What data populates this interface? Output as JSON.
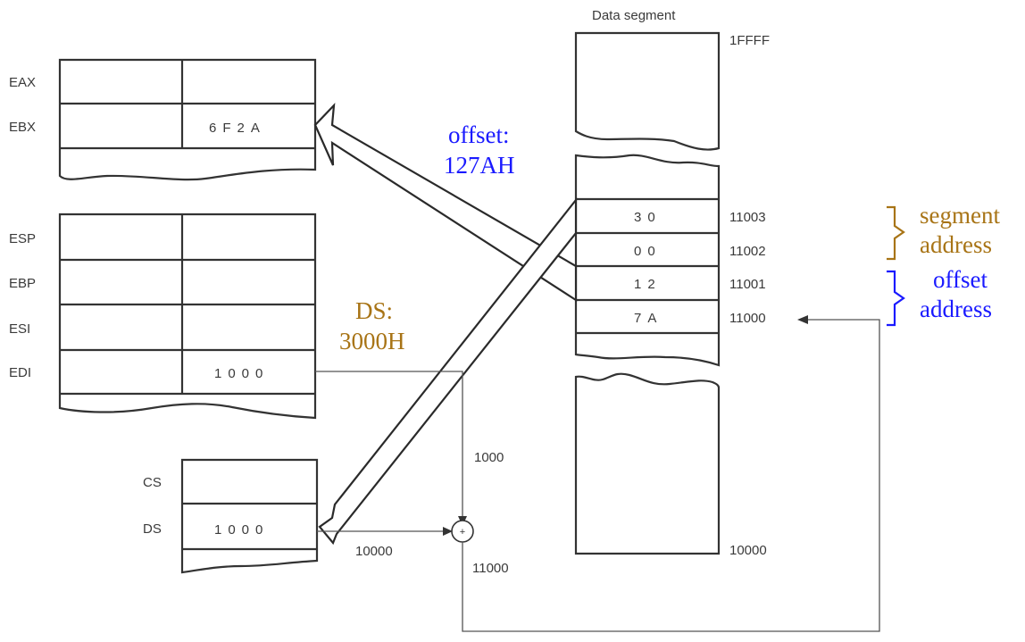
{
  "diagram": {
    "register_group_1": {
      "rows": [
        {
          "name": "EAX",
          "value": ""
        },
        {
          "name": "EBX",
          "value": "6F2A"
        }
      ]
    },
    "register_group_2": {
      "rows": [
        {
          "name": "ESP",
          "value": ""
        },
        {
          "name": "EBP",
          "value": ""
        },
        {
          "name": "ESI",
          "value": ""
        },
        {
          "name": "EDI",
          "value": "1000"
        }
      ]
    },
    "segment_registers": {
      "rows": [
        {
          "name": "CS",
          "value": ""
        },
        {
          "name": "DS",
          "value": "1000"
        }
      ]
    },
    "data_segment": {
      "title": "Data segment",
      "top_address": "1FFFF",
      "bottom_address": "10000",
      "cells": [
        {
          "value": "30",
          "address": "11003"
        },
        {
          "value": "00",
          "address": "11002"
        },
        {
          "value": "12",
          "address": "11001"
        },
        {
          "value": "7A",
          "address": "11000"
        }
      ]
    },
    "adder": {
      "symbol": "+",
      "offset_input_label": "1000",
      "segment_input_label": "10000",
      "output_label": "11000"
    },
    "annotations": {
      "offset_arrow_label_line1": "offset:",
      "offset_arrow_label_line2": "127AH",
      "ds_arrow_label_line1": "DS:",
      "ds_arrow_label_line2": "3000H",
      "segment_bracket_line1": "segment",
      "segment_bracket_line2": "address",
      "offset_bracket_line1": "offset",
      "offset_bracket_line2": "address"
    },
    "colors": {
      "offset_annotation": "#1a1aff",
      "segment_annotation": "#a87416",
      "lines": "#333333"
    }
  }
}
